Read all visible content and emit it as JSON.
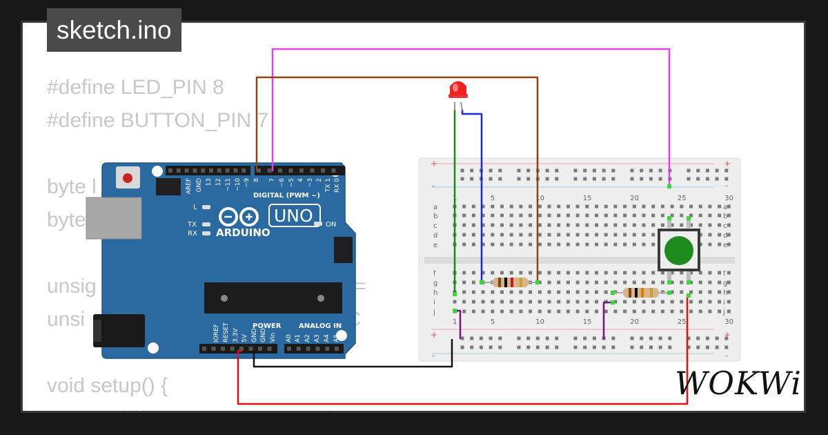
{
  "file_tab": {
    "title": "sketch.ino"
  },
  "code_lines": [
    "#define LED_PIN 8",
    "#define BUTTON_PIN 7",
    "",
    "byte l",
    "byte",
    "",
    "unsig                                    ation =",
    "unsi                                     StateC",
    "",
    "void setup() {",
    "  pinMode(LED_PIN, OUTPUT);"
  ],
  "brand": {
    "logo_text": "WOKWi"
  },
  "arduino": {
    "brand_label": "ARDUINO",
    "model_label": "UNO",
    "digital_header": "DIGITAL (PWM ~)",
    "power_header": "POWER",
    "analog_header": "ANALOG IN",
    "led_labels": [
      "L",
      "TX",
      "RX"
    ],
    "on_label": "ON",
    "top_pins": [
      "AREF",
      "GND",
      "13",
      "12",
      "~11",
      "~10",
      "~9",
      "8",
      "7",
      "~6",
      "~5",
      "4",
      "~3",
      "2",
      "TX 1",
      "RX 0"
    ],
    "power_pins": [
      "IOREF",
      "RESET",
      "3.3V",
      "5V",
      "GND",
      "GND",
      "Vin"
    ],
    "analog_pins": [
      "A0",
      "A1",
      "A2",
      "A3",
      "A4",
      "A5"
    ]
  },
  "breadboard": {
    "column_numbers": [
      "1",
      "5",
      "10",
      "15",
      "20",
      "25",
      "30"
    ],
    "row_letters_top": [
      "a",
      "b",
      "c",
      "d",
      "e"
    ],
    "row_letters_bottom": [
      "f",
      "g",
      "h",
      "i",
      "j"
    ],
    "rail_symbols": [
      "+",
      "-"
    ]
  },
  "colors": {
    "wire_magenta": "#e040e8",
    "wire_brown": "#8b4513",
    "wire_blue": "#1a27d6",
    "wire_green": "#138a13",
    "wire_purple": "#7a0f8a",
    "wire_black": "#111111",
    "wire_red": "#dd1111",
    "arduino_board": "#2b6aa0",
    "button_cap": "#1c8a1c"
  }
}
